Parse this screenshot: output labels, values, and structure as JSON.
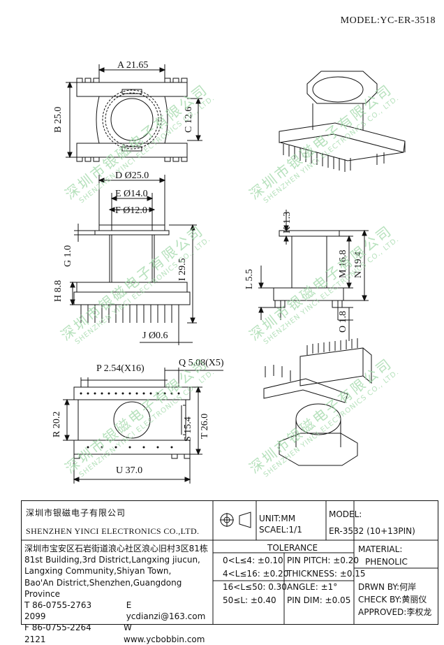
{
  "model_title": "MODEL:YC-ER-3518",
  "watermark": {
    "cn": "深圳市银磁电子有限公司",
    "en": "SHENZHEN YINCI ELECTRONICS CO., LTD."
  },
  "dims": {
    "A": "A 21.65",
    "B": "B 25.0",
    "C": "C 12.6",
    "D": "D Ø25.0",
    "E": "E Ø14.0",
    "F": "F Ø12.0",
    "G": "G 1.0",
    "H": "H 8.8",
    "I": "I 29.5",
    "J": "J Ø0.6",
    "K": "K 1.3",
    "L": "L 5.5",
    "M": "M 16.8",
    "N": "N 19.4",
    "O": "O 1.8",
    "P": "P 2.54(X16)",
    "Q": "Q 5.08(X5)",
    "R": "R 20.2",
    "S": "S 15.4",
    "T": "T 26.0",
    "U": "U 37.0"
  },
  "title_block": {
    "company_cn": "深圳市银磁电子有限公司",
    "company_en": "SHENZHEN YINCI ELECTRONICS CO.,LTD.",
    "address_cn": "深圳市宝安区石岩街道浪心社区浪心旧村3区81栋",
    "address_lines": [
      "81st Building,3rd District,Langxing jiucun,",
      "Langxing Community,Shiyan Town,",
      "Bao'An District,Shenzhen,Guangdong Province"
    ],
    "tel": "T 86-0755-2763 2099",
    "email": "E ycdianzi@163.com",
    "fax": "F 86-0755-2264 2121",
    "web": "W www.ycbobbin.com",
    "unit": "UNIT:MM",
    "scale": "SCAEL:1/1",
    "model_label": "MODEL:",
    "model_value": "ER-3532 (10+13PIN)",
    "tolerance_label": "TOLERANCE",
    "tol_left": [
      "0<L≤4: ±0.10",
      "4<L≤16: ±0.20",
      "16<L≤50: 0.30",
      "50≤L: ±0.40"
    ],
    "tol_right": [
      "PIN PITCH: ±0.20",
      "THICKNESS: ±0.15",
      "ANGLE: ±1°",
      "PIN DIM: ±0.05"
    ],
    "material_label": "MATERIAL:",
    "material_value": "PHENOLIC",
    "drawn_by": "DRWN BY:何岸",
    "check_by": "CHECK BY:黄丽仪",
    "approved": "APPROVED:李权龙"
  }
}
